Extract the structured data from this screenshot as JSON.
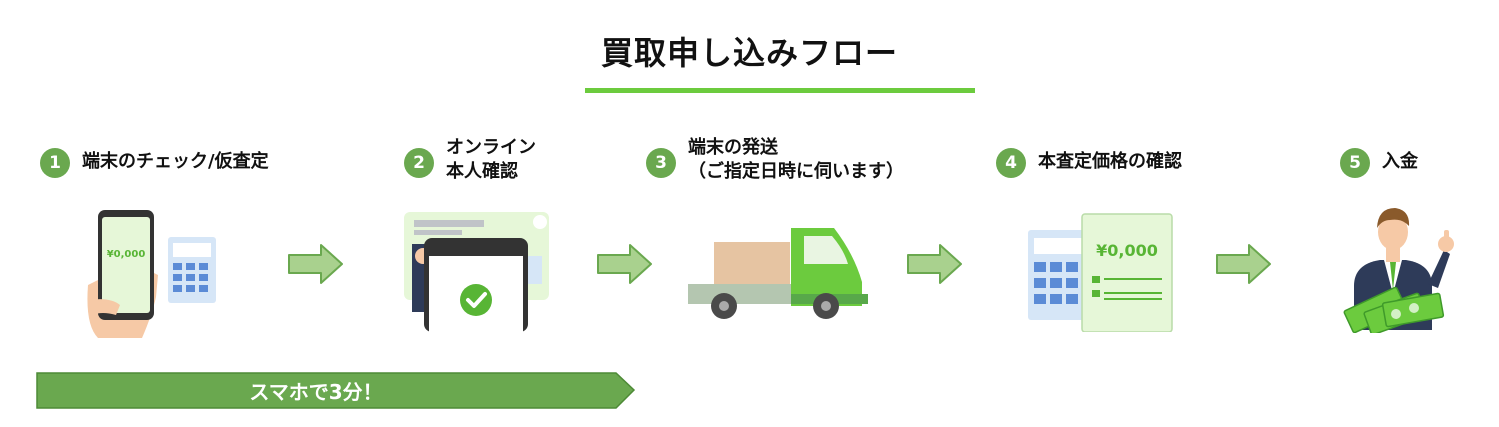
{
  "title": "買取申し込みフロー",
  "steps": [
    {
      "num": "1",
      "lines": [
        "端末のチェック/仮査定"
      ]
    },
    {
      "num": "2",
      "lines": [
        "オンライン",
        "本人確認"
      ]
    },
    {
      "num": "3",
      "lines": [
        "端末の発送",
        "（ご指定日時に伺います）"
      ]
    },
    {
      "num": "4",
      "lines": [
        "本査定価格の確認"
      ]
    },
    {
      "num": "5",
      "lines": [
        "入金"
      ]
    }
  ],
  "phone_price": "¥0,000",
  "doc_price": "¥0,000",
  "banner": "スマホで3分！",
  "colors": {
    "accent_green": "#6ccb3e",
    "step_green": "#6aa84f",
    "arrow_fill": "#a9d18e",
    "banner_green": "#6aa84f"
  }
}
